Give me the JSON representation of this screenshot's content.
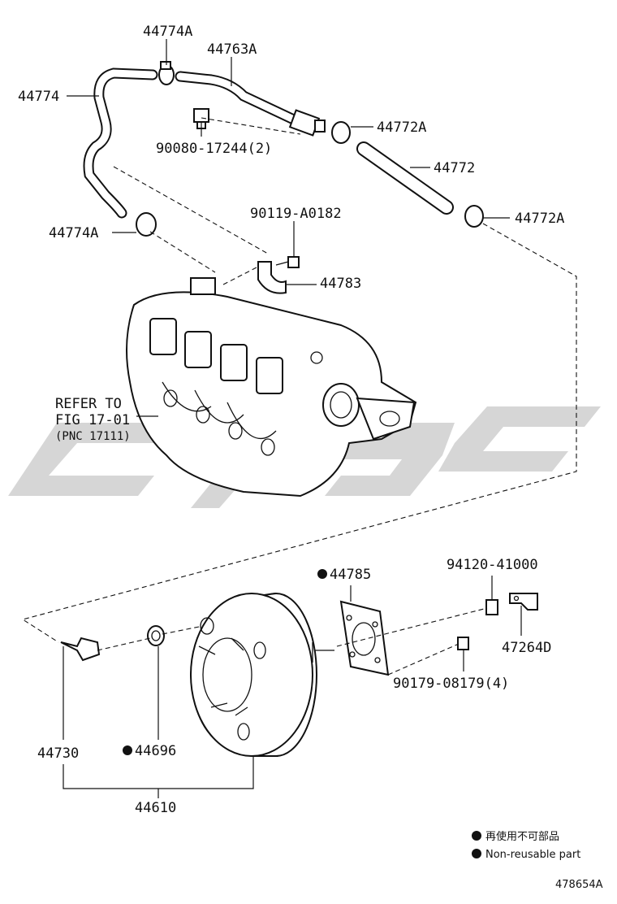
{
  "diagram_id": "478654A",
  "labels": {
    "p44774A_top": "44774A",
    "p44763A": "44763A",
    "p44774": "44774",
    "p44772A_1": "44772A",
    "p90080": "90080-17244(2)",
    "p44772": "44772",
    "p90119": "90119-A0182",
    "p44774A_mid": "44774A",
    "p44772A_2": "44772A",
    "p44783": "44783",
    "refer_line1": "REFER TO",
    "refer_line2": "FIG 17-01",
    "refer_line3": "(PNC 17111)",
    "p44785": "44785",
    "p94120": "94120-41000",
    "p47264D": "47264D",
    "p90179": "90179-08179(4)",
    "p44730": "44730",
    "p44696": "44696",
    "p44610": "44610"
  },
  "legend": {
    "line1": "再使用不可部品",
    "line2": "Non-reusable part"
  }
}
